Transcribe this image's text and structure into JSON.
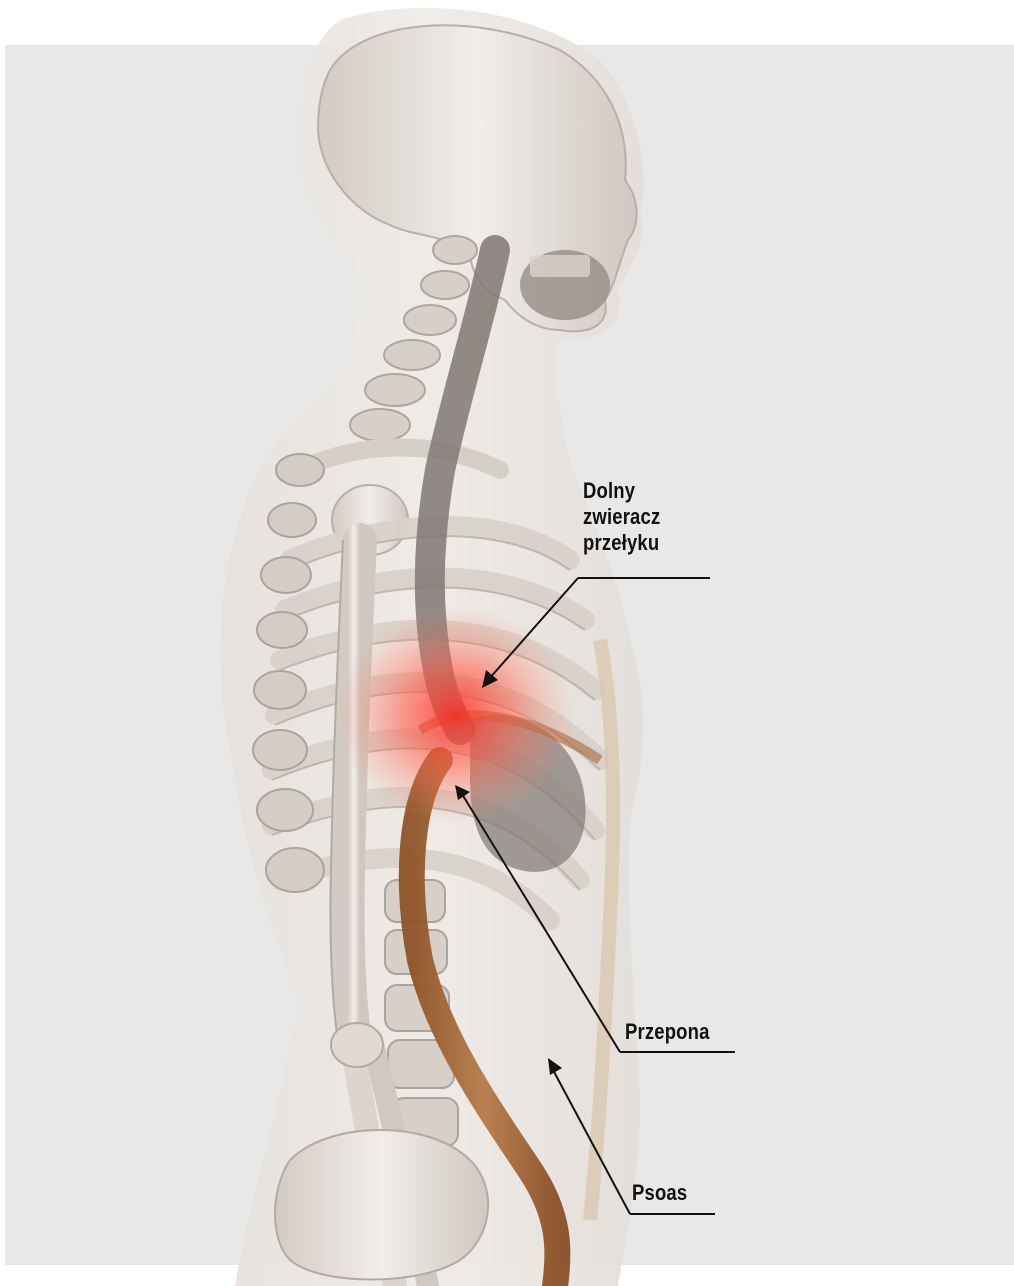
{
  "colors": {
    "background": "#e8e8e8",
    "bone": "#e9e4de",
    "bone_shadow": "#bdb5ad",
    "esophagus": "#8c8580",
    "muscle": "#a86a3c",
    "highlight": "#ff3b30",
    "leader_line": "#111111"
  },
  "labels": {
    "sphincter": [
      "Dolny",
      "zwieracz",
      "przełyku"
    ],
    "diaphragm": "Przepona",
    "psoas": "Psoas"
  }
}
